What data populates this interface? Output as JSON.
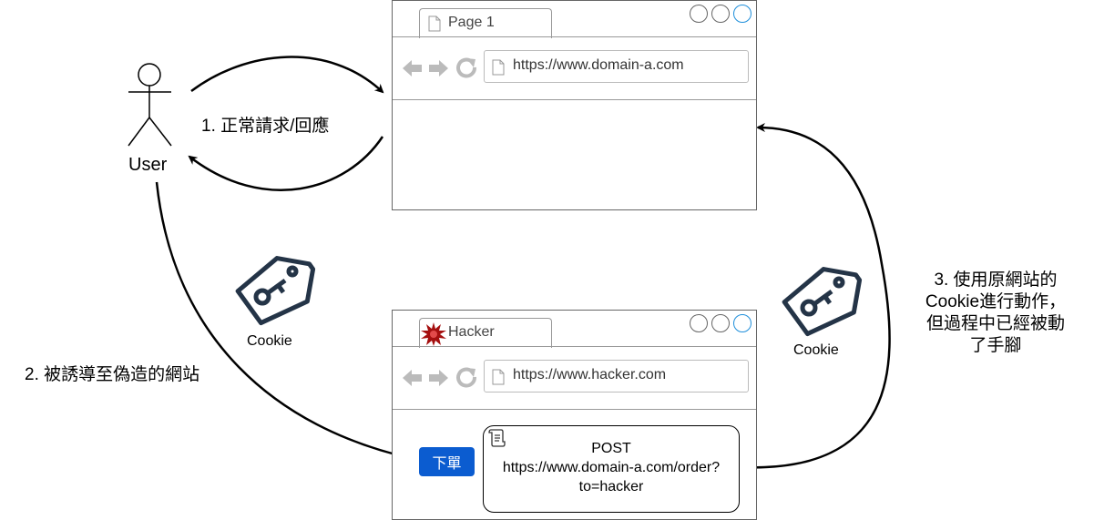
{
  "user": {
    "label": "User"
  },
  "browser_a": {
    "tab_title": "Page 1",
    "url": "https://www.domain-a.com"
  },
  "browser_hacker": {
    "tab_title": "Hacker",
    "url": "https://www.hacker.com",
    "order_button": "下單",
    "post_method": "POST",
    "post_url_line1": "https://www.domain-a.com/order?",
    "post_url_line2": "to=hacker"
  },
  "steps": {
    "step1": "1. 正常請求/回應",
    "step2": "2. 被誘導至偽造的網站",
    "step3_line1": "3. 使用原網站的",
    "step3_line2": "Cookie進行動作，",
    "step3_line3": "但過程中已經被動",
    "step3_line4": "了手腳"
  },
  "cookie_labels": [
    "Cookie",
    "Cookie"
  ],
  "icons": [
    "stick-figure-icon",
    "document-icon",
    "back-arrow-icon",
    "forward-arrow-icon",
    "reload-icon",
    "cookie-key-tag-icon",
    "malware-icon",
    "scroll-icon"
  ],
  "colors": {
    "accent_blue": "#0b5cd0",
    "window_blue": "#1f8fdb",
    "icon_navy": "#243447",
    "malware_red": "#a50f0f"
  }
}
